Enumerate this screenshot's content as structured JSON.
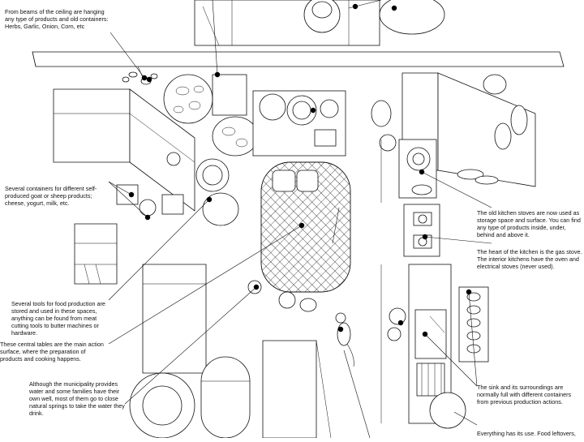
{
  "annotations": [
    {
      "id": "ceiling-beams",
      "text": "From beams of the ceiling are hanging any type of products and old containers: Herbs, Garlic, Onion, Corn, etc"
    },
    {
      "id": "containers",
      "text": "Several containers for different self-produced goat or sheep products; cheese, yogurt, milk, etc."
    },
    {
      "id": "tools",
      "text": "Several tools for food production are stored and used in these spaces, anything can be found from meat cutting tools to butter machines or hardware."
    },
    {
      "id": "central-tables",
      "text": "These central tables are the main action surface, where the preparation of products and cooking happens."
    },
    {
      "id": "water",
      "text": "Although the municipality provides water and some families have their own well, most of them go to close natural springs to take the water they drink."
    },
    {
      "id": "old-stoves",
      "text": "The old kitchen stoves are now used as storage space and surface. You can find any type of products inside, under, behind and above it."
    },
    {
      "id": "gas-stove",
      "text": "The heart of the kitchen is the gas stove. The interior kitchens have the oven and electrical stoves (never used)."
    },
    {
      "id": "sink",
      "text": "The sink and its surroundings are normally full with different containers from previous production actions."
    },
    {
      "id": "leftovers",
      "text": "Everything has its use. Food leftovers,"
    }
  ]
}
